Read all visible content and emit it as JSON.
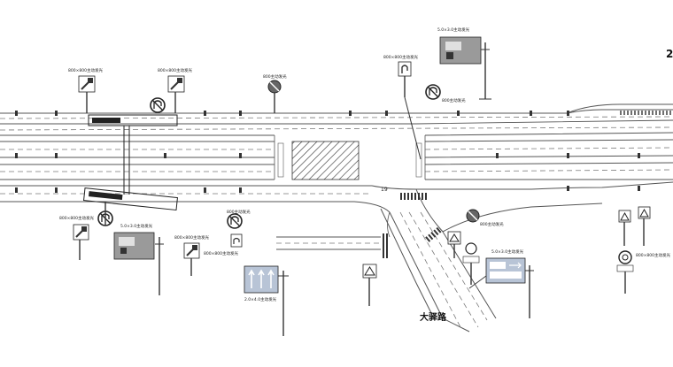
{
  "drawing": {
    "road_name": "大驿路",
    "corner_mark": "2"
  },
  "labels": {
    "sign_800_800": "800×800主动发光",
    "sign_800": "800主动发光",
    "sign_800_small": "800主动发光",
    "sign_big_a": "5.0×3.0主动发光",
    "sign_big_b": "2.0×4.0主动发光",
    "center_marker": "19"
  },
  "colors": {
    "road": "#444444",
    "lane": "#7a7a7a",
    "sign_fill": "#6f6f6f",
    "sign_blue": "#b8c4d6",
    "hatch": "#333333"
  }
}
